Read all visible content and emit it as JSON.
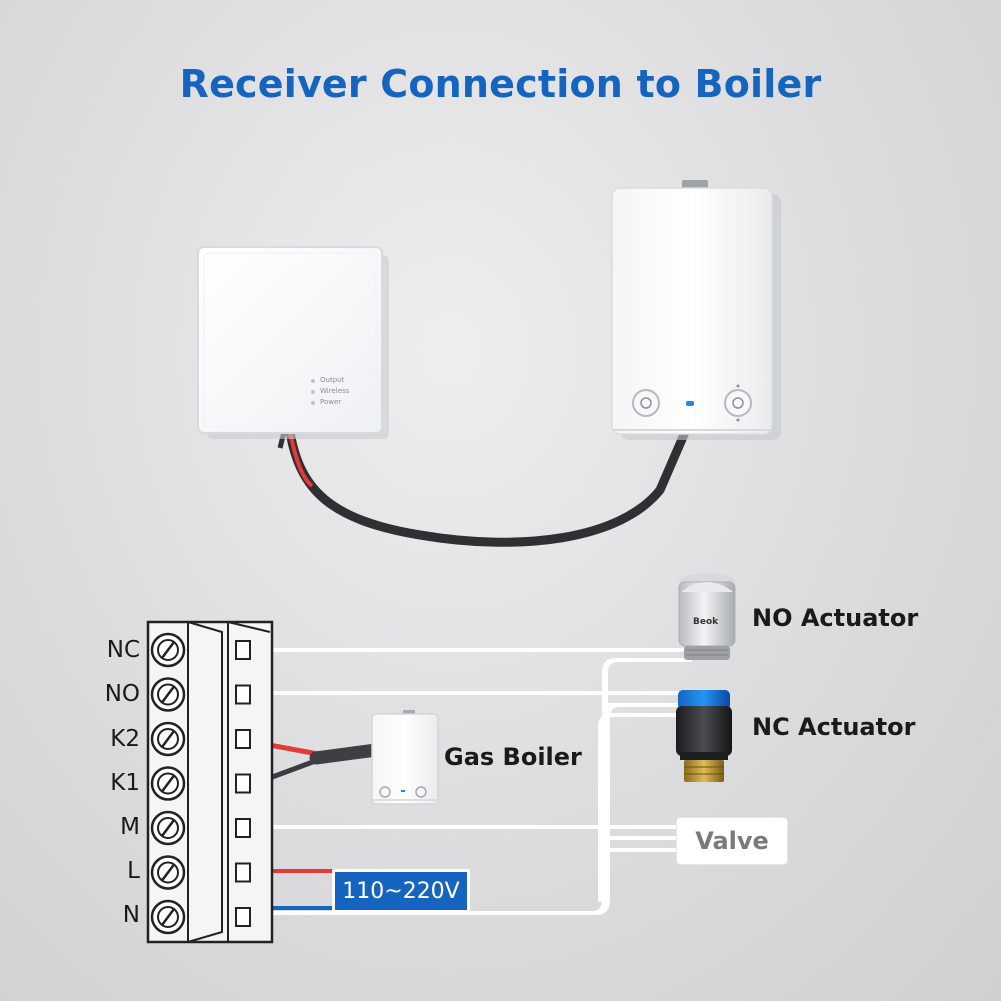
{
  "title": "Receiver Connection to Boiler",
  "receiver": {
    "leds": [
      "Output",
      "Wireless",
      "Power"
    ]
  },
  "terminal": {
    "labels": [
      "NC",
      "NO",
      "K2",
      "K1",
      "M",
      "L",
      "N"
    ]
  },
  "devices": {
    "no_actuator": "NO Actuator",
    "actuator_brand": "Beok",
    "nc_actuator": "NC Actuator",
    "gas_boiler": "Gas Boiler",
    "valve": "Valve",
    "voltage": "110~220V"
  },
  "colors": {
    "title": "#1565c0",
    "live_wire": "#e53935",
    "neutral_wire": "#1565c0",
    "signal_wire": "#ffffff",
    "cable": "#3d3f42",
    "nc_actuator_cap": "#1e88e5"
  }
}
